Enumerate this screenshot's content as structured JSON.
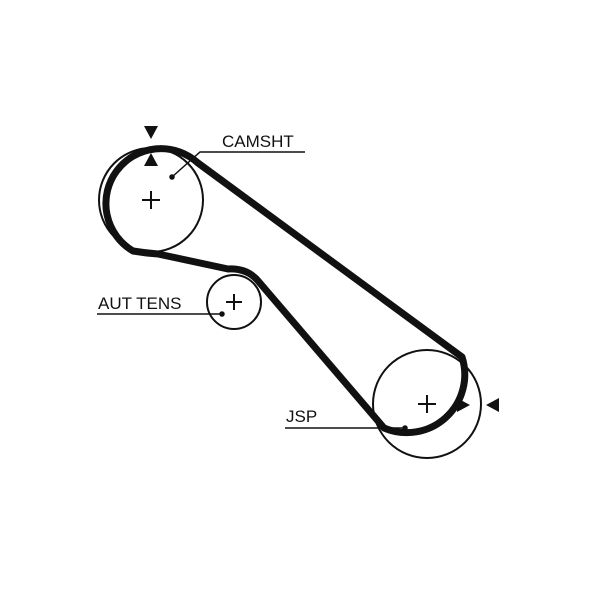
{
  "labels": {
    "camshaft": "CAMSHT",
    "auto_tensioner": "AUT TENS",
    "crankshaft": "JSP"
  },
  "colors": {
    "ink": "#111111",
    "background": "#ffffff"
  }
}
